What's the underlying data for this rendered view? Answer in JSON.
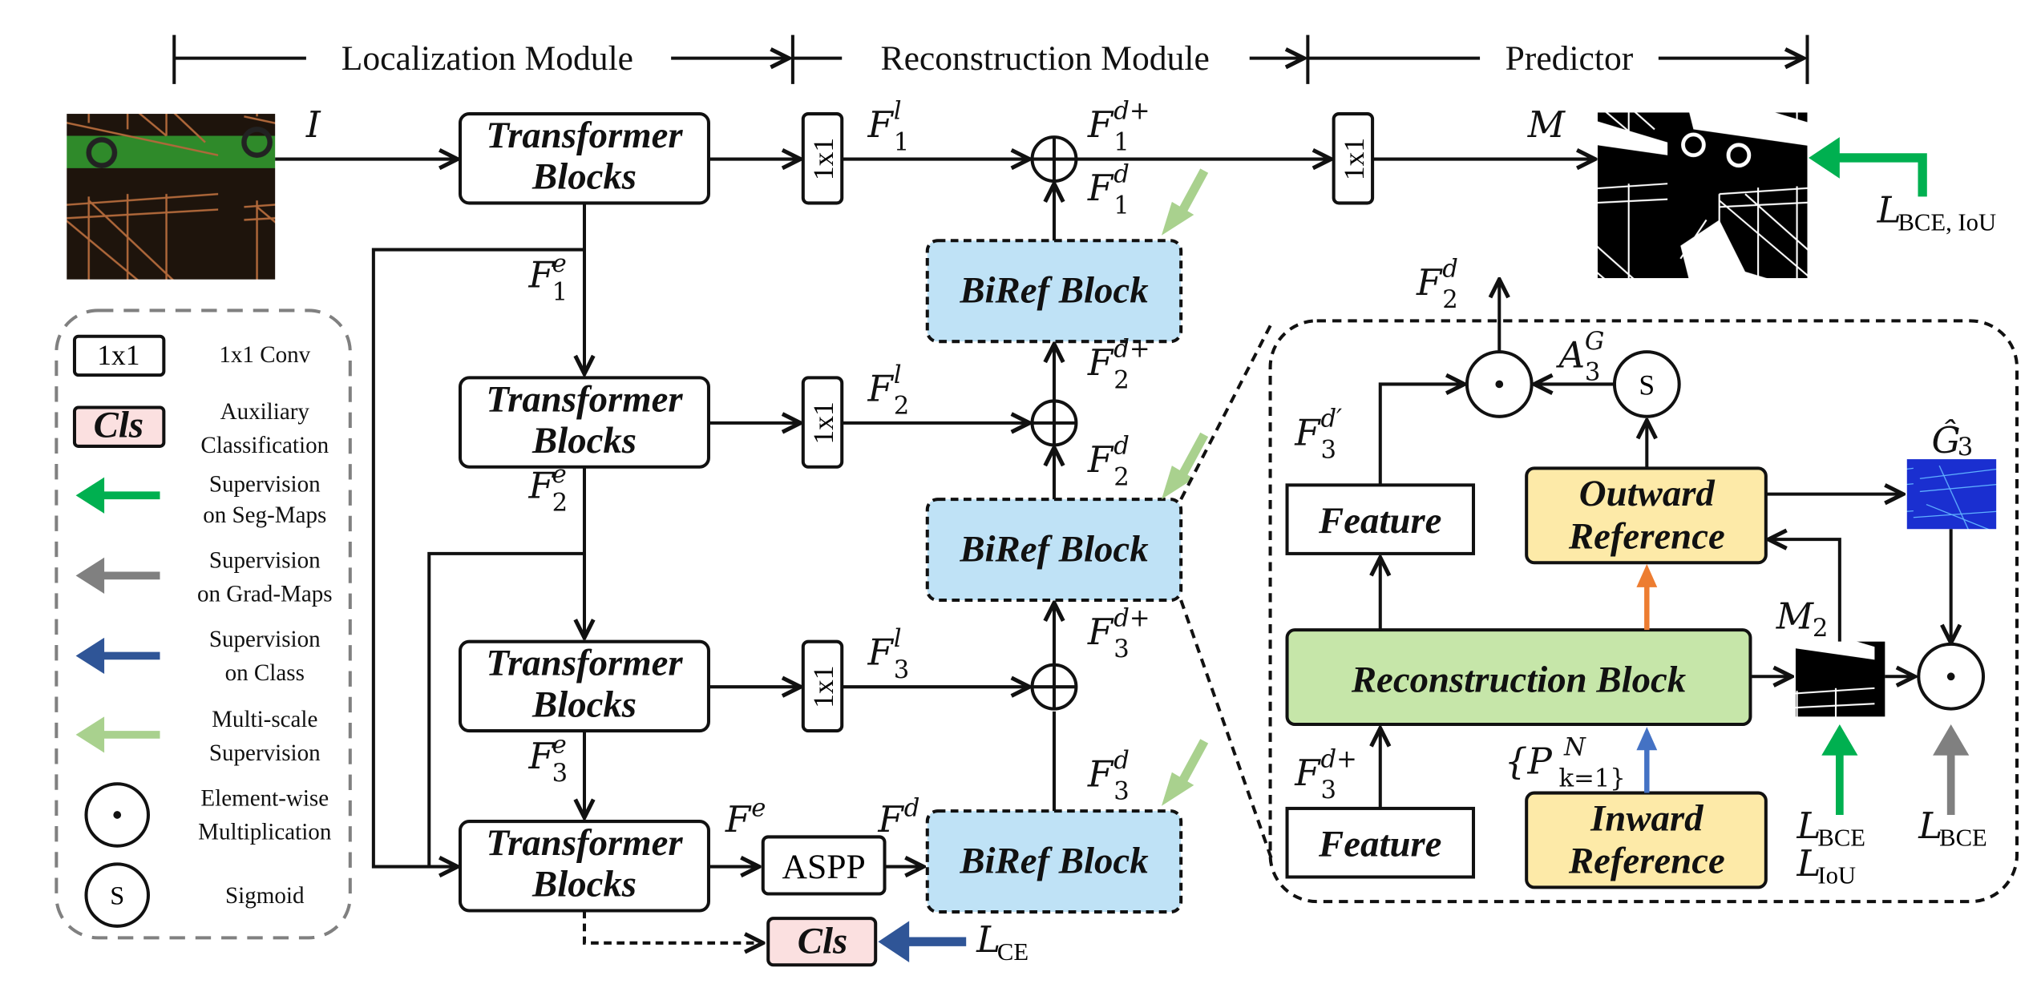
{
  "headers": {
    "localization": "Localization Module",
    "reconstruction": "Reconstruction Module",
    "predictor": "Predictor"
  },
  "blocks": {
    "transformer_line1": "Transformer",
    "transformer_line2": "Blocks",
    "conv": "1x1",
    "aspp": "ASPP",
    "cls": "Cls",
    "biref": "BiRef Block",
    "reconstruction_block": "Reconstruction Block",
    "feature": "Feature",
    "outward_line1": "Outward",
    "outward_line2": "Reference",
    "inward_line1": "Inward",
    "inward_line2": "Reference",
    "sigmoid": "S"
  },
  "symbols": {
    "input": "I",
    "map": "M",
    "F": "F",
    "e": "e",
    "l": "l",
    "d": "d",
    "dplus": "d+",
    "dprime": "d′",
    "idx1": "1",
    "idx2": "2",
    "idx3": "3",
    "A": "A",
    "G": "G",
    "Ghat": "Ĝ",
    "P": "{P",
    "N": "N",
    "k1": "k=1}",
    "M2": "M",
    "L": "L"
  },
  "losses": {
    "bce_iou": "BCE, IoU",
    "bce": "BCE",
    "iou": "IoU",
    "ce": "CE"
  },
  "legend": [
    {
      "icon": "conv-box",
      "label_lines": [
        "1x1 Conv"
      ]
    },
    {
      "icon": "cls-box",
      "label_lines": [
        "Auxiliary",
        "Classification"
      ]
    },
    {
      "icon": "green-arrow",
      "label_lines": [
        "Supervision",
        "on Seg-Maps"
      ]
    },
    {
      "icon": "gray-arrow",
      "label_lines": [
        "Supervision",
        "on Grad-Maps"
      ]
    },
    {
      "icon": "blue-arrow",
      "label_lines": [
        "Supervision",
        "on Class"
      ]
    },
    {
      "icon": "light-green-arrow",
      "label_lines": [
        "Multi-scale",
        "Supervision"
      ]
    },
    {
      "icon": "dot-circle",
      "label_lines": [
        "Element-wise",
        "Multiplication"
      ]
    },
    {
      "icon": "sigmoid-circle",
      "label_lines": [
        "Sigmoid"
      ]
    }
  ],
  "colors": {
    "biref_fill": "#bfe2f6",
    "cls_fill": "#fbe0e0",
    "recon_fill": "#c6e6a9",
    "ref_fill": "#fdeaa8",
    "seg_supervision": "#00b050",
    "grad_supervision": "#808080",
    "class_supervision": "#2f5597",
    "multiscale_supervision": "#a9d18e",
    "orange_arrow": "#ed7d31",
    "blue_arrow": "#4472c4"
  }
}
